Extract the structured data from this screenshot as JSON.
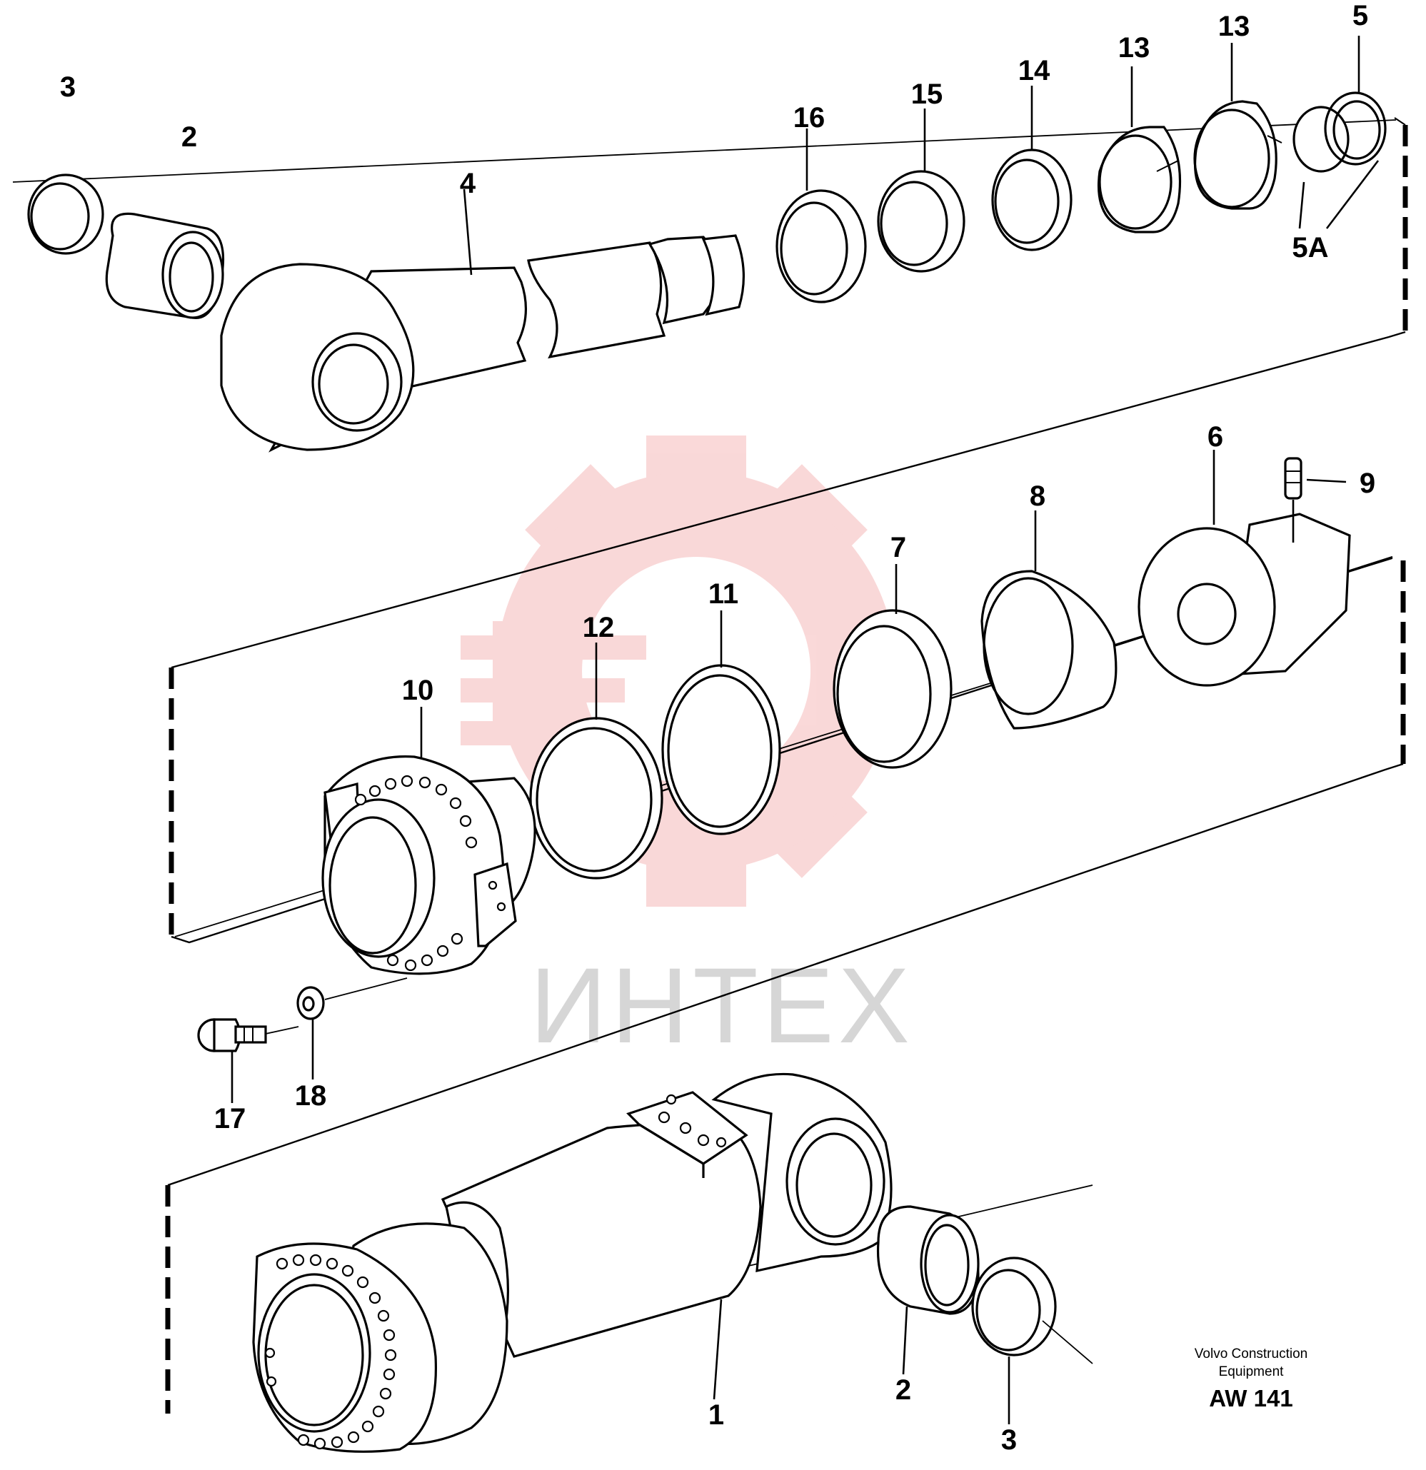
{
  "diagram": {
    "callouts": [
      {
        "id": "c-3-top",
        "text": "3"
      },
      {
        "id": "c-2-top",
        "text": "2"
      },
      {
        "id": "c-4",
        "text": "4"
      },
      {
        "id": "c-16",
        "text": "16"
      },
      {
        "id": "c-15",
        "text": "15"
      },
      {
        "id": "c-14",
        "text": "14"
      },
      {
        "id": "c-13-a",
        "text": "13"
      },
      {
        "id": "c-13-b",
        "text": "13"
      },
      {
        "id": "c-5",
        "text": "5"
      },
      {
        "id": "c-5a",
        "text": "5A"
      },
      {
        "id": "c-6",
        "text": "6"
      },
      {
        "id": "c-9",
        "text": "9"
      },
      {
        "id": "c-8",
        "text": "8"
      },
      {
        "id": "c-7",
        "text": "7"
      },
      {
        "id": "c-11",
        "text": "11"
      },
      {
        "id": "c-12",
        "text": "12"
      },
      {
        "id": "c-10",
        "text": "10"
      },
      {
        "id": "c-17",
        "text": "17"
      },
      {
        "id": "c-18",
        "text": "18"
      },
      {
        "id": "c-1",
        "text": "1"
      },
      {
        "id": "c-2-bottom",
        "text": "2"
      },
      {
        "id": "c-3-bottom",
        "text": "3"
      }
    ],
    "watermark": {
      "text": "ИНТЕХ",
      "gear_color": "#e85050",
      "text_color": "#c8c8c8"
    },
    "credit": {
      "line1": "Volvo Construction",
      "line2": "Equipment",
      "code": "AW 141"
    }
  }
}
